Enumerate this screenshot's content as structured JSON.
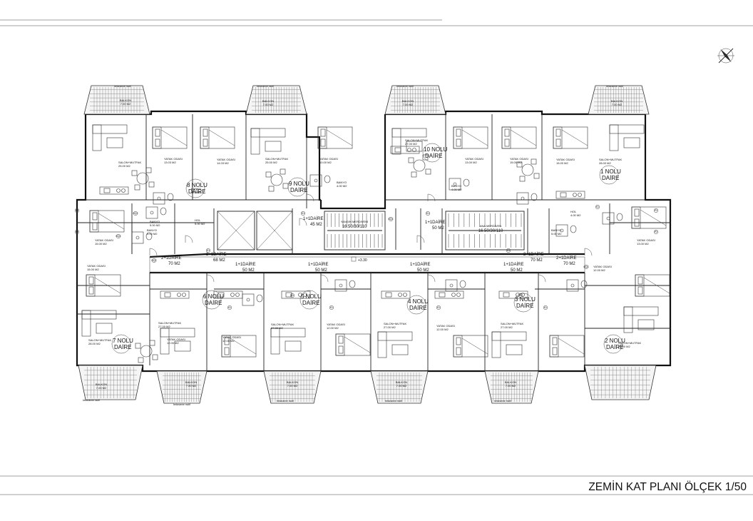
{
  "sheet": {
    "title": "ZEMİN KAT PLANI ÖLÇEK 1/50",
    "level_mark": "+3.30",
    "north_symbol": "north-arrow-icon"
  },
  "units": [
    {
      "label": [
        "1 NOLU",
        "DAİRE"
      ]
    },
    {
      "label": [
        "2 NOLU",
        "DAİRE"
      ]
    },
    {
      "label": [
        "3 NOLU",
        "DAİRE"
      ]
    },
    {
      "label": [
        "4 NOLU",
        "DAİRE"
      ]
    },
    {
      "label": [
        "5 NOLU",
        "DAİRE"
      ]
    },
    {
      "label": [
        "6 NOLU",
        "DAİRE"
      ]
    },
    {
      "label": [
        "7 NOLU",
        "DAİRE"
      ]
    },
    {
      "label": [
        "8 NOLU",
        "DAİRE"
      ]
    },
    {
      "label": [
        "9 NOLU",
        "DAİRE"
      ]
    },
    {
      "label": [
        "10 NOLU",
        "DAİRE"
      ]
    }
  ],
  "areas": [
    {
      "type": "2+1DAİRE",
      "size": "70 M2"
    },
    {
      "type": "2+1DAİRE",
      "size": "68 M2"
    },
    {
      "type": "1+1DAİRE",
      "size": "50 M2"
    },
    {
      "type": "1+1DAİRE",
      "size": "50 M2"
    },
    {
      "type": "1+1DAİRE",
      "size": "50 M2"
    },
    {
      "type": "1+1DAİRE",
      "size": "50 M2"
    },
    {
      "type": "2+1DAİRE",
      "size": "70 M2"
    },
    {
      "type": "2+1DAİRE",
      "size": "70 M2"
    },
    {
      "type": "1+1DAİRE",
      "size": "45 M2"
    },
    {
      "type": "1+1DAİRE",
      "size": "50 M2"
    }
  ],
  "stairs": [
    {
      "name": "YANGIN MERDİVENİ",
      "dims": "16.50/30/110"
    },
    {
      "name": "ANA MERDİVEN",
      "dims": "16.50/30/110"
    }
  ],
  "rooms": [
    {
      "name": "SALON+MUTFAK",
      "area": "25.00 M2"
    },
    {
      "name": "YATAK ODASI",
      "area": "13.03 M2"
    },
    {
      "name": "YATAK ODASI",
      "area": "14.03 M2"
    },
    {
      "name": "SALON+MUTFAK",
      "area": "25.00 M2"
    },
    {
      "name": "YATAK ODASI",
      "area": "10.00 M2"
    },
    {
      "name": "BANYO",
      "area": "4.00 M2"
    },
    {
      "name": "BANYO",
      "area": "4.00 M2"
    },
    {
      "name": "HOL",
      "area": "5.00 M2"
    },
    {
      "name": "YATAK ODASI",
      "area": "15.00 M2"
    },
    {
      "name": "BANYO",
      "area": "5.00 M2"
    },
    {
      "name": "YATAK ODASI",
      "area": "15.00 M2"
    },
    {
      "name": "SALON+MUTFAK",
      "area": "28.00 M2"
    },
    {
      "name": "SALON+MUTFAK",
      "area": "27.00 M2"
    },
    {
      "name": "YATAK ODASI",
      "area": "12.00 M2"
    },
    {
      "name": "SALON+MUTFAK",
      "area": "27.00 M2"
    },
    {
      "name": "YATAK ODASI",
      "area": "12.00 M2"
    },
    {
      "name": "SALON+MUTFAK",
      "area": "27.00 M2"
    },
    {
      "name": "YATAK ODASI",
      "area": "12.00 M2"
    },
    {
      "name": "SALON+MUTFAK",
      "area": "27.00 M2"
    },
    {
      "name": "YATAK ODASI",
      "area": "12.00 M2"
    },
    {
      "name": "SALON+MUTFAK",
      "area": "28.00 M2"
    },
    {
      "name": "YATAK ODASI",
      "area": "15.00 M2"
    },
    {
      "name": "YATAK ODASI",
      "area": "13.00 M2"
    },
    {
      "name": "BANYO",
      "area": "5.00 M2"
    },
    {
      "name": "HOL",
      "area": "4.00 M2"
    },
    {
      "name": "SALON+MUTFAK",
      "area": "29.00 M2"
    },
    {
      "name": "YATAK ODASI",
      "area": "13.00 M2"
    },
    {
      "name": "YATAK ODASI",
      "area": "15.00 M2"
    },
    {
      "name": "YATAK ODASI",
      "area": "12.00 M2"
    },
    {
      "name": "SALON+MUTFAK",
      "area": "27.00 M2"
    },
    {
      "name": "BANYO",
      "area": "4.00 M2"
    },
    {
      "name": "BANYO",
      "area": "5.00 M2"
    }
  ],
  "balconies": [
    {
      "name": "BALKON",
      "area": "7.00 M2",
      "note": "betonarme motif"
    },
    {
      "name": "BALKON",
      "area": "7.00 M2",
      "note": "betonarme motif"
    },
    {
      "name": "BALKON",
      "area": "7.00 M2",
      "note": "betonarme motif"
    },
    {
      "name": "BALKON",
      "area": "7.00 M2",
      "note": "betonarme motif"
    },
    {
      "name": "BALKON",
      "area": "7.00 M2",
      "note": "betonarme motif"
    },
    {
      "name": "BALKON",
      "area": "7.00 M2",
      "note": "betonarme motif"
    },
    {
      "name": "BALKON",
      "area": "7.00 M2",
      "note": "betonarme motif"
    },
    {
      "name": "BALKON",
      "area": "7.00 M2",
      "note": "betonarme motif"
    },
    {
      "name": "BALKON",
      "area": "7.00 M2",
      "note": "betonarme motif"
    }
  ],
  "tags": [
    "GÇC",
    "D1",
    "K1",
    "P2"
  ]
}
